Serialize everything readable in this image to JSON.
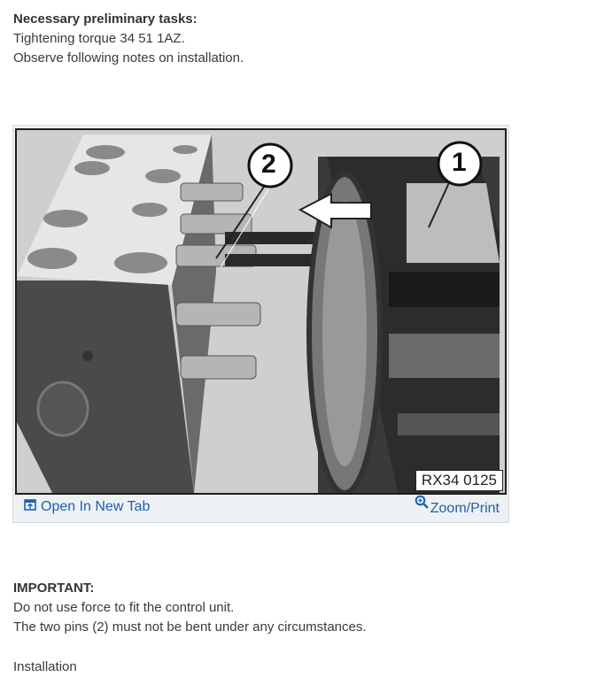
{
  "preliminary": {
    "heading": "Necessary preliminary tasks:",
    "lines": [
      "Tightening torque 34 51 1AZ.",
      "Observe following notes on installation."
    ]
  },
  "figure": {
    "reference_code": "RX34 0125",
    "callouts": [
      "1",
      "2"
    ],
    "open_tab_label": "Open In New Tab",
    "open_tab_icon": "open-in-new-tab-icon",
    "zoom_label": "Zoom/Print",
    "zoom_icon": "magnifier-icon",
    "link_color": "#1f5fae"
  },
  "important": {
    "heading": "IMPORTANT:",
    "lines": [
      "Do not use force to fit the control unit.",
      "The two pins (2) must not be bent under any circumstances."
    ]
  },
  "next_section": {
    "heading": "Installation"
  }
}
